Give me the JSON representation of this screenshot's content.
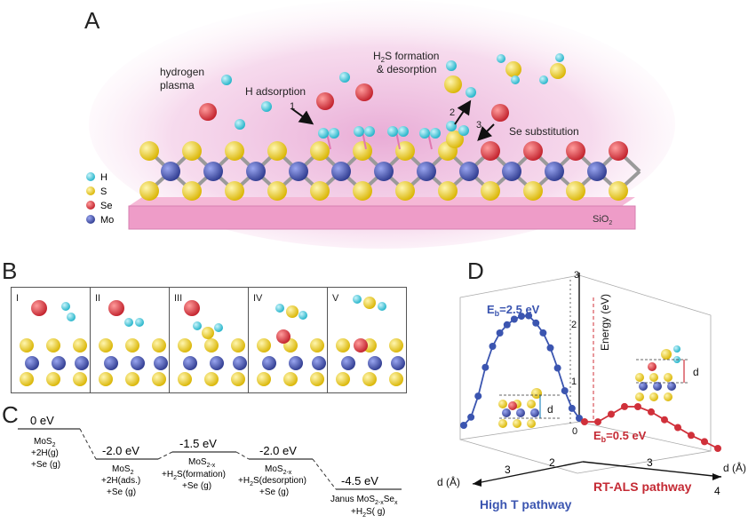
{
  "panel_a": {
    "letter": "A",
    "labels": {
      "plasma_line1": "hydrogen",
      "plasma_line2": "plasma",
      "h_adsorption": "H adsorption",
      "h2s_line1_a": "H",
      "h2s_line1_b": "2",
      "h2s_line1_c": "S formation",
      "h2s_line2": "& desorption",
      "se_sub": "Se substitution",
      "step1": "1",
      "step2": "2",
      "step3": "3",
      "substrate_a": "SiO",
      "substrate_b": "2"
    },
    "legend": [
      {
        "label": "H",
        "color": "#3ec9dc"
      },
      {
        "label": "S",
        "color": "#f2d21a"
      },
      {
        "label": "Se",
        "color": "#d9363e"
      },
      {
        "label": "Mo",
        "color": "#4452a8"
      }
    ]
  },
  "panel_b": {
    "letter": "B",
    "frames": [
      "I",
      "II",
      "III",
      "IV",
      "V"
    ]
  },
  "panel_c": {
    "letter": "C",
    "states": [
      {
        "energy": "0 eV",
        "line1": "MoS",
        "line1_sub": "2",
        "line2": "+2H(g)",
        "line3": "+Se (g)"
      },
      {
        "energy": "-2.0 eV",
        "line1": "MoS",
        "line1_sub": "2",
        "line2": "+2H(ads.)",
        "line3": "+Se (g)"
      },
      {
        "energy": "-1.5 eV",
        "line1": "MoS",
        "line1_sub": "2-x",
        "line2a": "+H",
        "line2_sub": "2",
        "line2b": "S(formation)",
        "line3": "+Se (g)"
      },
      {
        "energy": "-2.0 eV",
        "line1": "MoS",
        "line1_sub": "2-x",
        "line2a": "+H",
        "line2_sub": "2",
        "line2b": "S(desorption)",
        "line3": "+Se (g)"
      },
      {
        "energy": "-4.5 eV",
        "line1a": "Janus MoS",
        "line1_sub": "2-x",
        "line1b": "Se",
        "line1_sub2": "x",
        "line2a": "+H",
        "line2_sub": "2",
        "line2b": "S( g)"
      }
    ]
  },
  "panel_d": {
    "letter": "D",
    "energy_axis": "Energy (eV)",
    "energy_ticks": [
      "0",
      "1",
      "2",
      "3"
    ],
    "left_axis": "d (Å)",
    "left_ticks": [
      "3",
      "2"
    ],
    "right_axis": "d (Å)",
    "right_ticks": [
      "3",
      "4"
    ],
    "high_t_label": "High T pathway",
    "rt_label": "RT-ALS pathway",
    "eb_high_a": "E",
    "eb_high_sub": "b",
    "eb_high_b": "=2.5 eV",
    "eb_low_a": "E",
    "eb_low_sub": "b",
    "eb_low_b": "=0.5 eV",
    "d_marker": "d",
    "high_color": "#3b55b0",
    "low_color": "#d0303a"
  },
  "chart_data": {
    "type": "line",
    "series": [
      {
        "name": "High T pathway",
        "d": [
          3.6,
          3.5,
          3.4,
          3.3,
          3.2,
          3.1,
          3.0,
          2.9,
          2.8,
          2.7,
          2.6,
          2.5,
          2.4,
          2.3,
          2.2,
          2.1,
          2.0
        ],
        "energy": [
          0.0,
          0.15,
          0.55,
          1.1,
          1.5,
          1.75,
          1.9,
          2.0,
          2.05,
          2.05,
          1.9,
          1.7,
          1.4,
          1.0,
          0.55,
          0.2,
          0.0
        ]
      },
      {
        "name": "RT-ALS pathway",
        "d": [
          2.0,
          2.2,
          2.4,
          2.6,
          2.8,
          3.0,
          3.2,
          3.4,
          3.6,
          3.8,
          4.0
        ],
        "energy": [
          0.0,
          0.05,
          0.25,
          0.45,
          0.5,
          0.45,
          0.35,
          0.25,
          0.15,
          0.08,
          0.0
        ]
      }
    ],
    "xlabel": "d (Å)",
    "ylabel": "Energy (eV)",
    "ylim": [
      0,
      3
    ]
  }
}
